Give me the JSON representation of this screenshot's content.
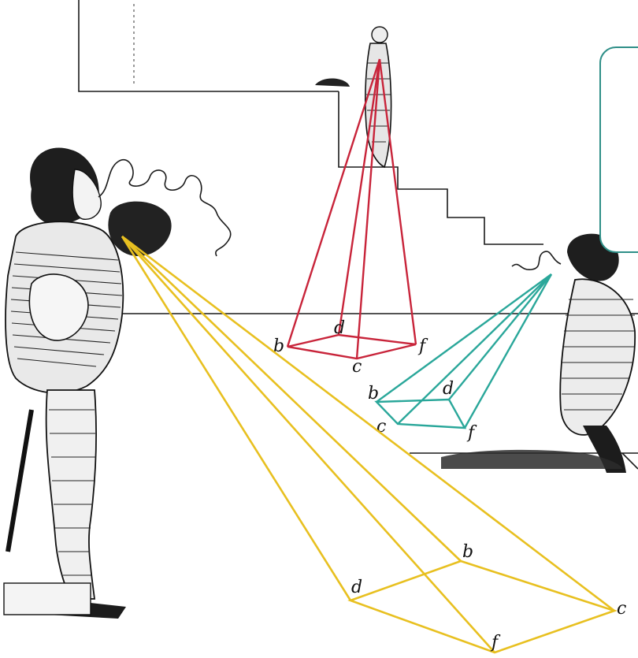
{
  "colors": {
    "red_pyramid": "#c8243a",
    "teal_pyramid": "#2aa79a",
    "yellow_pyramid": "#e8c020",
    "callout_border": "#2f8f88",
    "ink": "#1a1a1a"
  },
  "callout": {
    "text": ""
  },
  "red_pyramid": {
    "labels": {
      "b": "b",
      "d": "d",
      "c": "c",
      "f": "f"
    }
  },
  "teal_pyramid": {
    "labels": {
      "b": "b",
      "d": "d",
      "c": "c",
      "f": "f"
    }
  },
  "yellow_pyramid": {
    "labels": {
      "b": "b",
      "d": "d",
      "c": "c",
      "f": "f"
    }
  }
}
